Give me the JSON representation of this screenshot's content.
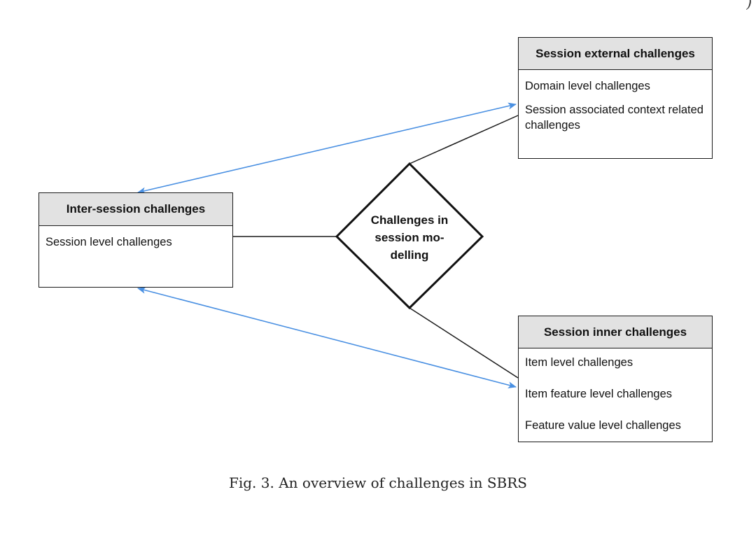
{
  "page_header_fragment": ")",
  "center": {
    "label": "Challenges in session mo- delling"
  },
  "session_external": {
    "title": "Session external challenges",
    "items": [
      "Domain level challenges",
      "Session associated context related challenges"
    ]
  },
  "inter_session": {
    "title": "Inter-session challenges",
    "items": [
      "Session level challenges"
    ]
  },
  "session_inner": {
    "title": "Session inner challenges",
    "items": [
      "Item level challenges",
      "Item feature level challenges",
      "Feature value level challenges"
    ]
  },
  "caption": "Fig. 3.  An overview of challenges in SBRS",
  "colors": {
    "connector": "#1a1a1a",
    "arrow": "#4a90e2",
    "header_fill": "#e2e2e2"
  }
}
